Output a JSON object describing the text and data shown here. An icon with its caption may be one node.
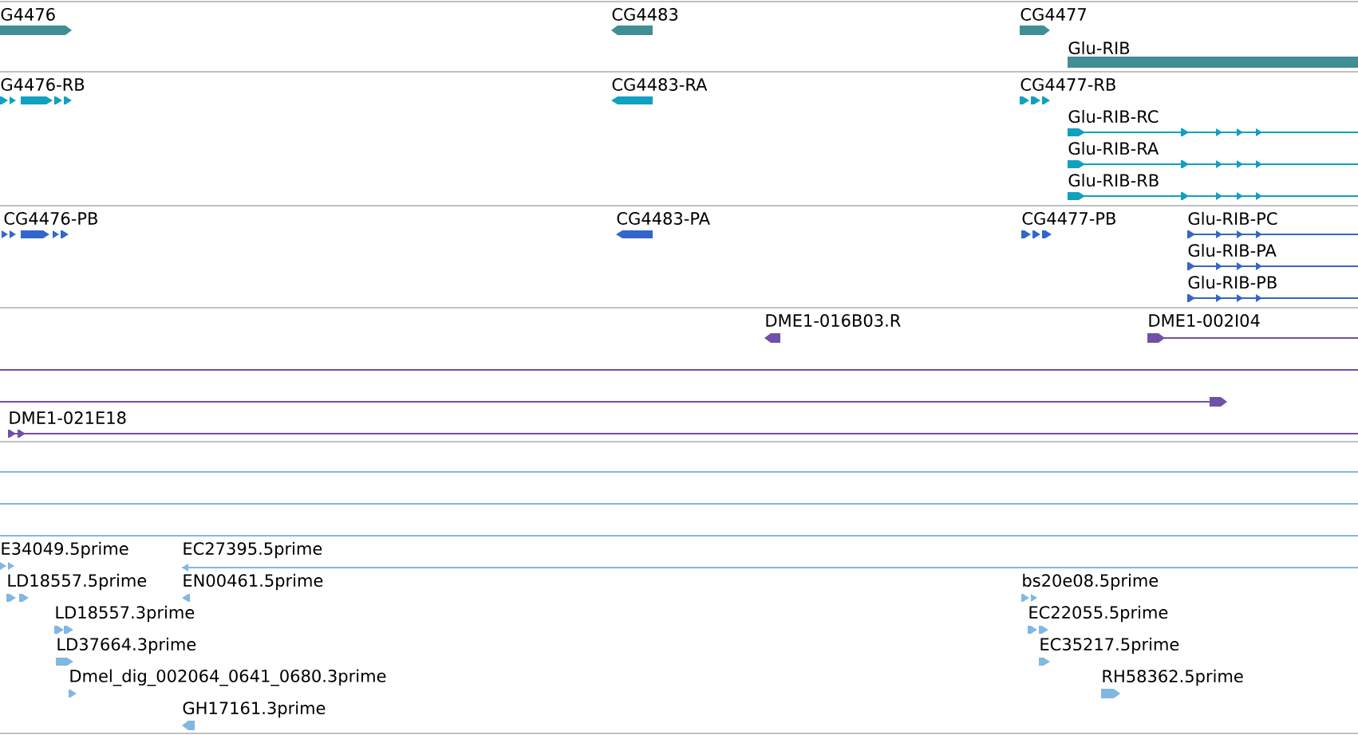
{
  "diagram": {
    "labels": [
      "G4476",
      "CG4483",
      "CG4477",
      "Glu-RIB",
      "G4476-RB",
      "CG4483-RA",
      "CG4477-RB",
      "Glu-RIB-RC",
      "Glu-RIB-RA",
      "Glu-RIB-RB",
      "CG4476-PB",
      "CG4483-PA",
      "CG4477-PB",
      "Glu-RIB-PC",
      "Glu-RIB-PA",
      "Glu-RIB-PB",
      "DME1-016B03.R",
      "DME1-002I04",
      "DME1-021E18",
      "E34049.5prime",
      "EC27395.5prime",
      "LD18557.5prime",
      "EN00461.5prime",
      "bs20e08.5prime",
      "LD18557.3prime",
      "EC22055.5prime",
      "LD37664.3prime",
      "EC35217.5prime",
      "Dmel_dig_002064_0641_0680.3prime",
      "RH58362.5prime",
      "GH17161.3prime"
    ]
  }
}
